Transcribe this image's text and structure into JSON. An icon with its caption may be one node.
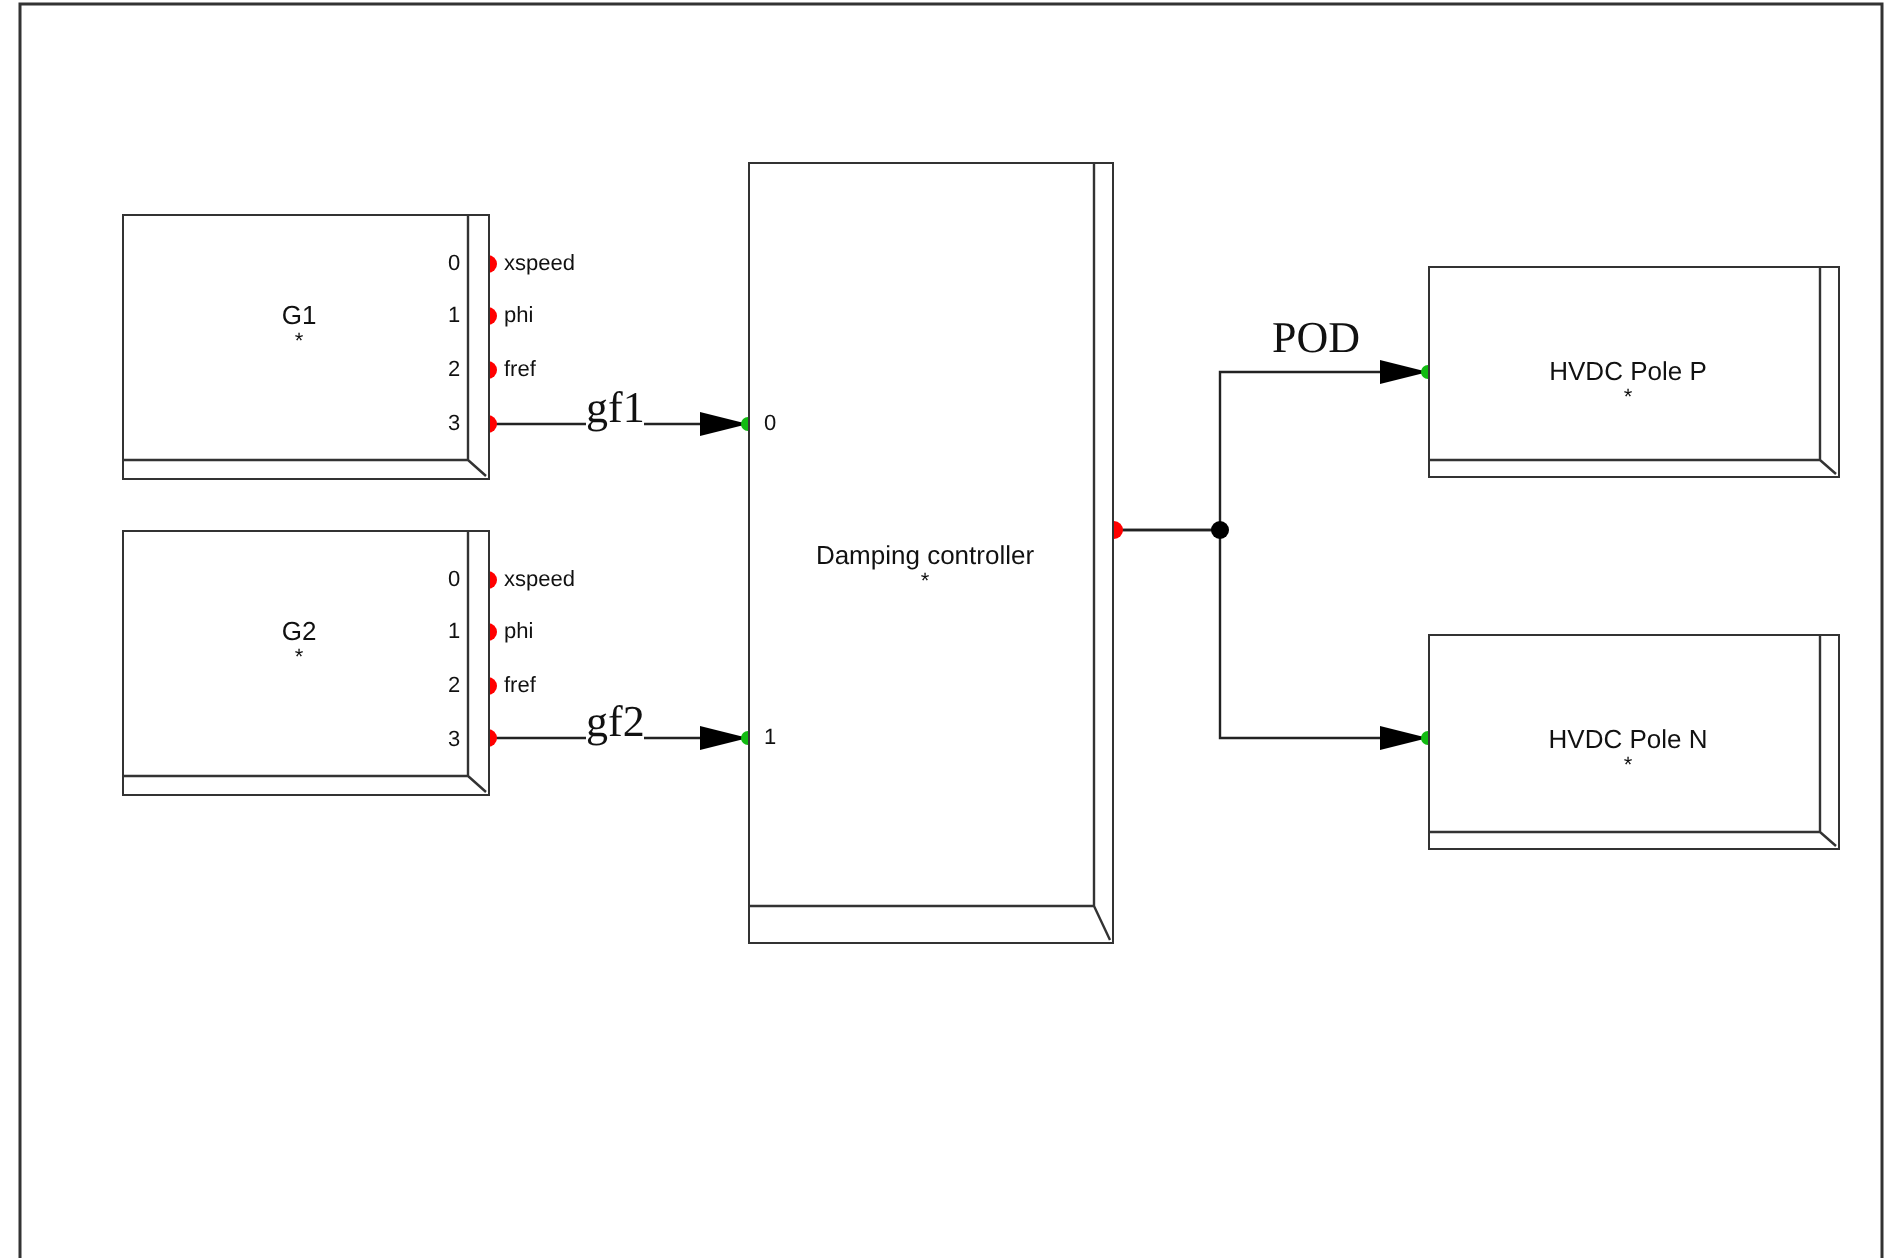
{
  "diagram": {
    "nodes": [
      {
        "text": [
          "G1",
          "*"
        ]
      },
      {
        "text": [
          "G2",
          "*"
        ]
      },
      {
        "text": [
          "Damping controller",
          "*"
        ]
      },
      {
        "text": [
          "HVDC Pole P",
          "*"
        ]
      },
      {
        "text": [
          "HVDC Pole N",
          "*"
        ]
      }
    ],
    "edges": [
      {
        "from": 0,
        "to": 2,
        "arrow": "to",
        "label": "gf1"
      },
      {
        "from": 1,
        "to": 2,
        "arrow": "to",
        "label": "gf2"
      },
      {
        "from": 2,
        "to": 3,
        "arrow": "to",
        "label": "POD"
      },
      {
        "from": 2,
        "to": 4,
        "arrow": "to"
      }
    ],
    "labels": [
      "0",
      "xspeed",
      "1",
      "phi",
      "2",
      "fref",
      "3",
      "0",
      "xspeed",
      "1",
      "phi",
      "2",
      "fref",
      "3",
      "0",
      "1"
    ]
  }
}
